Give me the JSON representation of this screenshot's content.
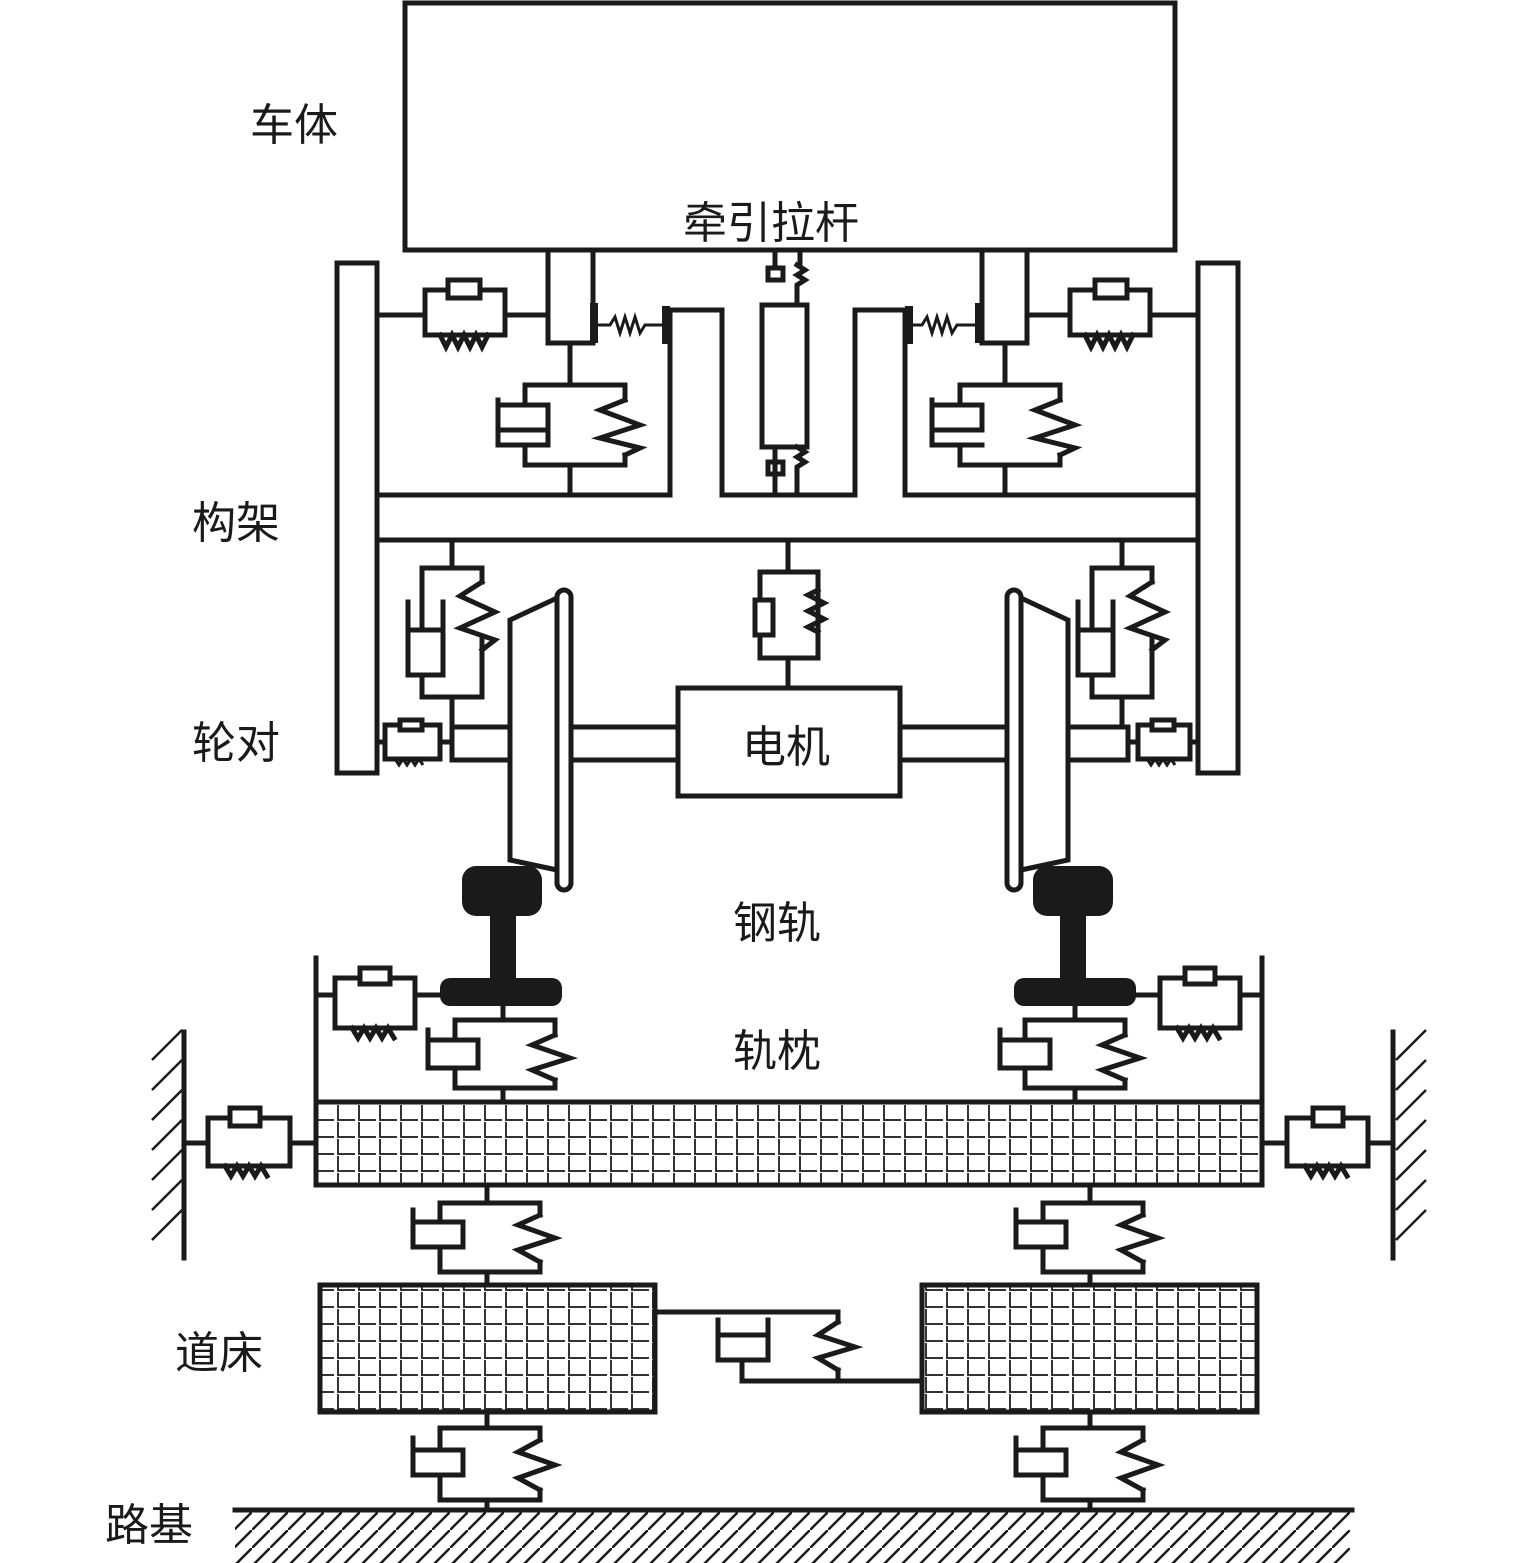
{
  "diagram": {
    "type": "vehicle-track coupled dynamics model",
    "labels": {
      "car_body": "车体",
      "traction_rod": "牵引拉杆",
      "bogie_frame": "构架",
      "wheelset": "轮对",
      "motor": "电机",
      "rail": "钢轨",
      "sleeper": "轨枕",
      "ballast": "道床",
      "subgrade": "路基"
    },
    "components": [
      {
        "id": "car-body",
        "label_key": "car_body"
      },
      {
        "id": "traction-rod",
        "label_key": "traction_rod"
      },
      {
        "id": "bogie-frame",
        "label_key": "bogie_frame"
      },
      {
        "id": "wheelset",
        "label_key": "wheelset"
      },
      {
        "id": "motor",
        "label_key": "motor"
      },
      {
        "id": "rail",
        "label_key": "rail"
      },
      {
        "id": "sleeper",
        "label_key": "sleeper"
      },
      {
        "id": "ballast",
        "label_key": "ballast"
      },
      {
        "id": "subgrade",
        "label_key": "subgrade"
      }
    ],
    "connections": [
      {
        "from": "car-body",
        "to": "bogie-frame",
        "element": "secondary suspension (spring-damper)"
      },
      {
        "from": "car-body",
        "to": "bogie-frame",
        "element": "traction rod with spring-damper ends"
      },
      {
        "from": "bogie-frame",
        "to": "wheelset",
        "element": "primary suspension (spring-damper)"
      },
      {
        "from": "bogie-frame",
        "to": "motor",
        "element": "motor suspension (spring-damper)"
      },
      {
        "from": "wheelset",
        "to": "rail",
        "element": "wheel-rail contact"
      },
      {
        "from": "rail",
        "to": "sleeper",
        "element": "fastener (spring-damper)"
      },
      {
        "from": "sleeper",
        "to": "ballast",
        "element": "spring-damper"
      },
      {
        "from": "ballast",
        "to": "ballast",
        "element": "shear spring-damper"
      },
      {
        "from": "ballast",
        "to": "subgrade",
        "element": "spring-damper"
      },
      {
        "from": "sleeper",
        "to": "ground",
        "element": "lateral spring-damper"
      }
    ]
  }
}
